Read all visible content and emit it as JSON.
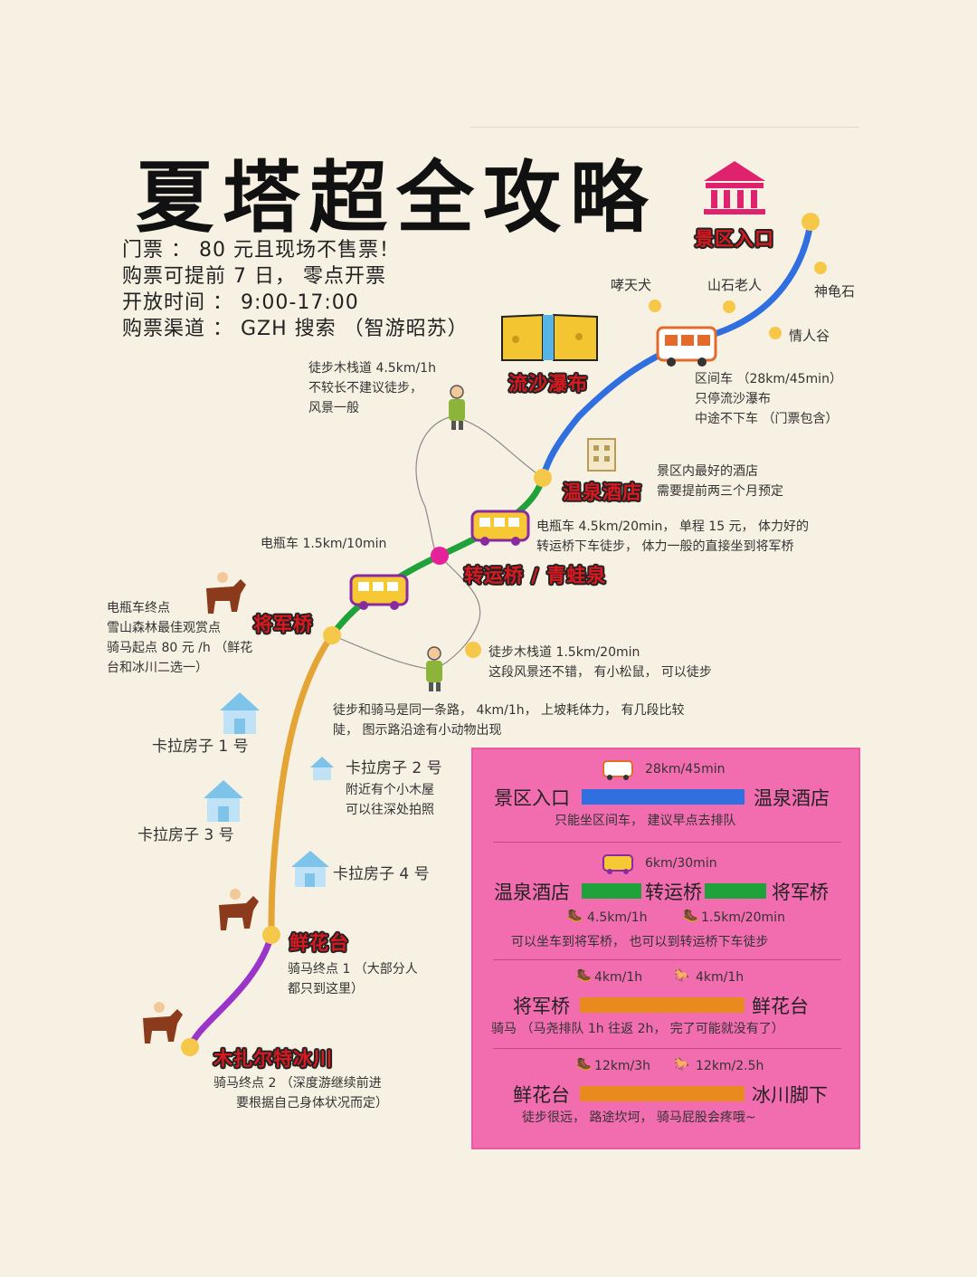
{
  "title": "夏塔超全攻略",
  "info": {
    "line1": "门票 ： 80 元且现场不售票！",
    "line2": "购票可提前 7 日，  零点开票",
    "line3": "开放时间 ： 9:00-17:00",
    "line4": "购票渠道 ： GZH 搜索 （智游昭苏）"
  },
  "stops": {
    "entrance": "景区入口",
    "waterfall": "流沙瀑布",
    "hotel": "温泉酒店",
    "transfer": "转运桥 / 青蛙泉",
    "general": "将军桥",
    "flower": "鲜花台",
    "glacier": "木扎尔特冰川"
  },
  "pois": {
    "dog": "哮天犬",
    "oldman": "山石老人",
    "turtle": "神龟石",
    "lovers": "情人谷"
  },
  "notes": {
    "bus1": "区间车 （28km/45min）",
    "bus2": "只停流沙瀑布",
    "bus3": "中途不下车 （门票包含）",
    "walk1a": "徒步木栈道 4.5km/1h",
    "walk1b": "不较长不建议徒步，",
    "walk1c": "风景一般",
    "hotel1": "景区内最好的酒店",
    "hotel2": "需要提前两三个月预定",
    "ecar1": "电瓶车 4.5km/20min， 单程 15 元， 体力好的",
    "ecar2": "转运桥下车徒步， 体力一般的直接坐到将军桥",
    "ecar_short": "电瓶车 1.5km/10min",
    "gen1": "电瓶车终点",
    "gen2": "雪山森林最佳观赏点",
    "gen3": "骑马起点 80 元 /h （鲜花",
    "gen4": "台和冰川二选一）",
    "walk2a": "徒步木栈道 1.5km/20min",
    "walk2b": "这段风景还不错， 有小松鼠， 可以徒步",
    "walk3a": "徒步和骑马是同一条路， 4km/1h， 上坡耗体力， 有几段比较",
    "walk3b": "陡， 图示路沿途有小动物出现",
    "house1": "卡拉房子 1 号",
    "house2": "卡拉房子 2 号",
    "house2a": "附近有个小木屋",
    "house2b": "可以往深处拍照",
    "house3": "卡拉房子 3 号",
    "house4": "卡拉房子 4 号",
    "flower1": "骑马终点 1 （大部分人",
    "flower2": "都只到这里）",
    "glacier1": "骑马终点 2 （深度游继续前进",
    "glacier2": "要根据自己身体状况而定）"
  },
  "legend": {
    "s1": {
      "info": "28km/45min",
      "from": "景区入口",
      "to": "温泉酒店",
      "note": "只能坐区间车， 建议早点去排队",
      "color": "#2f6fe0"
    },
    "s2": {
      "info": "6km/30min",
      "from": "温泉酒店",
      "mid": "转运桥",
      "to": "将军桥",
      "walk1": "4.5km/1h",
      "walk2": "1.5km/20min",
      "note": "可以坐车到将军桥， 也可以到转运桥下车徒步",
      "color": "#1fa23a"
    },
    "s3": {
      "walk": "4km/1h",
      "ride": "4km/1h",
      "from": "将军桥",
      "to": "鲜花台",
      "note": "骑马 （马尧排队 1h 往返 2h， 完了可能就没有了）",
      "color": "#e88a1e"
    },
    "s4": {
      "walk": "12km/3h",
      "ride": "12km/2.5h",
      "from": "鲜花台",
      "to": "冰川脚下",
      "note": "徒步很远， 路途坎坷， 骑马屁股会疼哦~",
      "color": "#e88a1e"
    }
  },
  "route_colors": {
    "bus": "#2f6fe0",
    "ecar": "#1fa23a",
    "horse": "#e4a436",
    "final": "#9b35c9",
    "dot": "#f6c84a",
    "transfer_dot": "#e6229a"
  }
}
